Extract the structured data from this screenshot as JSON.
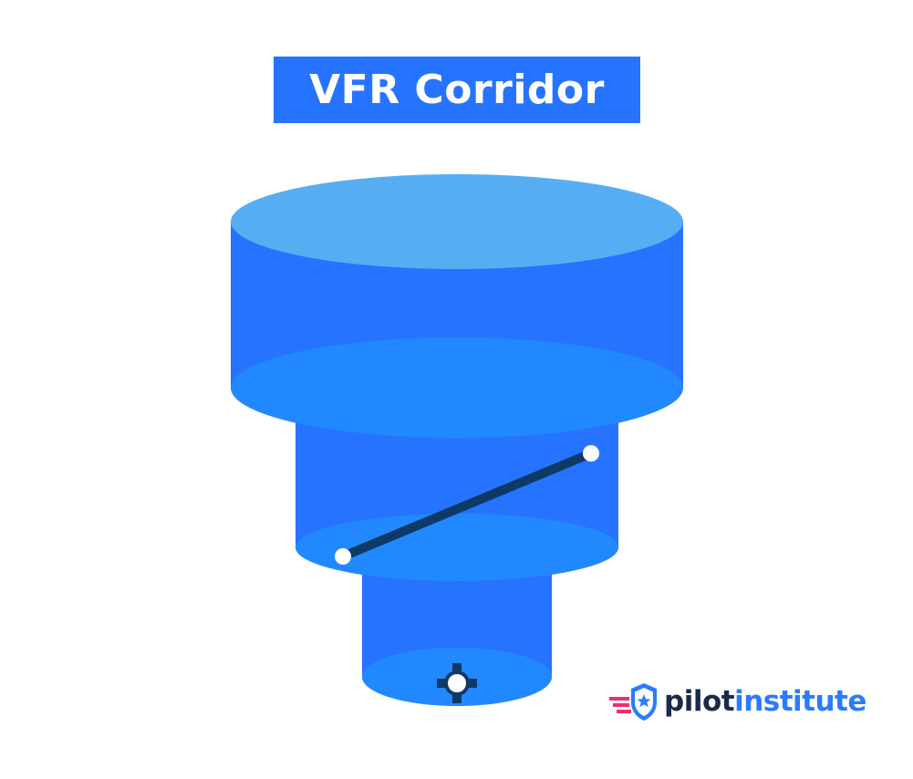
{
  "title": "VFR Corridor",
  "brand": {
    "name_part1": "pilot",
    "name_part2": "institute"
  },
  "colors": {
    "title_background": "#2673ff",
    "title_text": "#ffffff",
    "upper_tier_top": "#57adf2",
    "tier_wall": "#2673ff",
    "tier_floor": "#2288ff",
    "corridor_line": "#0f3a66",
    "corridor_point": "#ffffff",
    "airport_marker": "#0f3a66",
    "brand_dark": "#1b2a4a",
    "brand_blue": "#2a7bff",
    "brand_pink": "#ee2e6e"
  },
  "icons": {
    "airport": "airport-icon",
    "brand": "pilot-institute-shield-icon"
  }
}
